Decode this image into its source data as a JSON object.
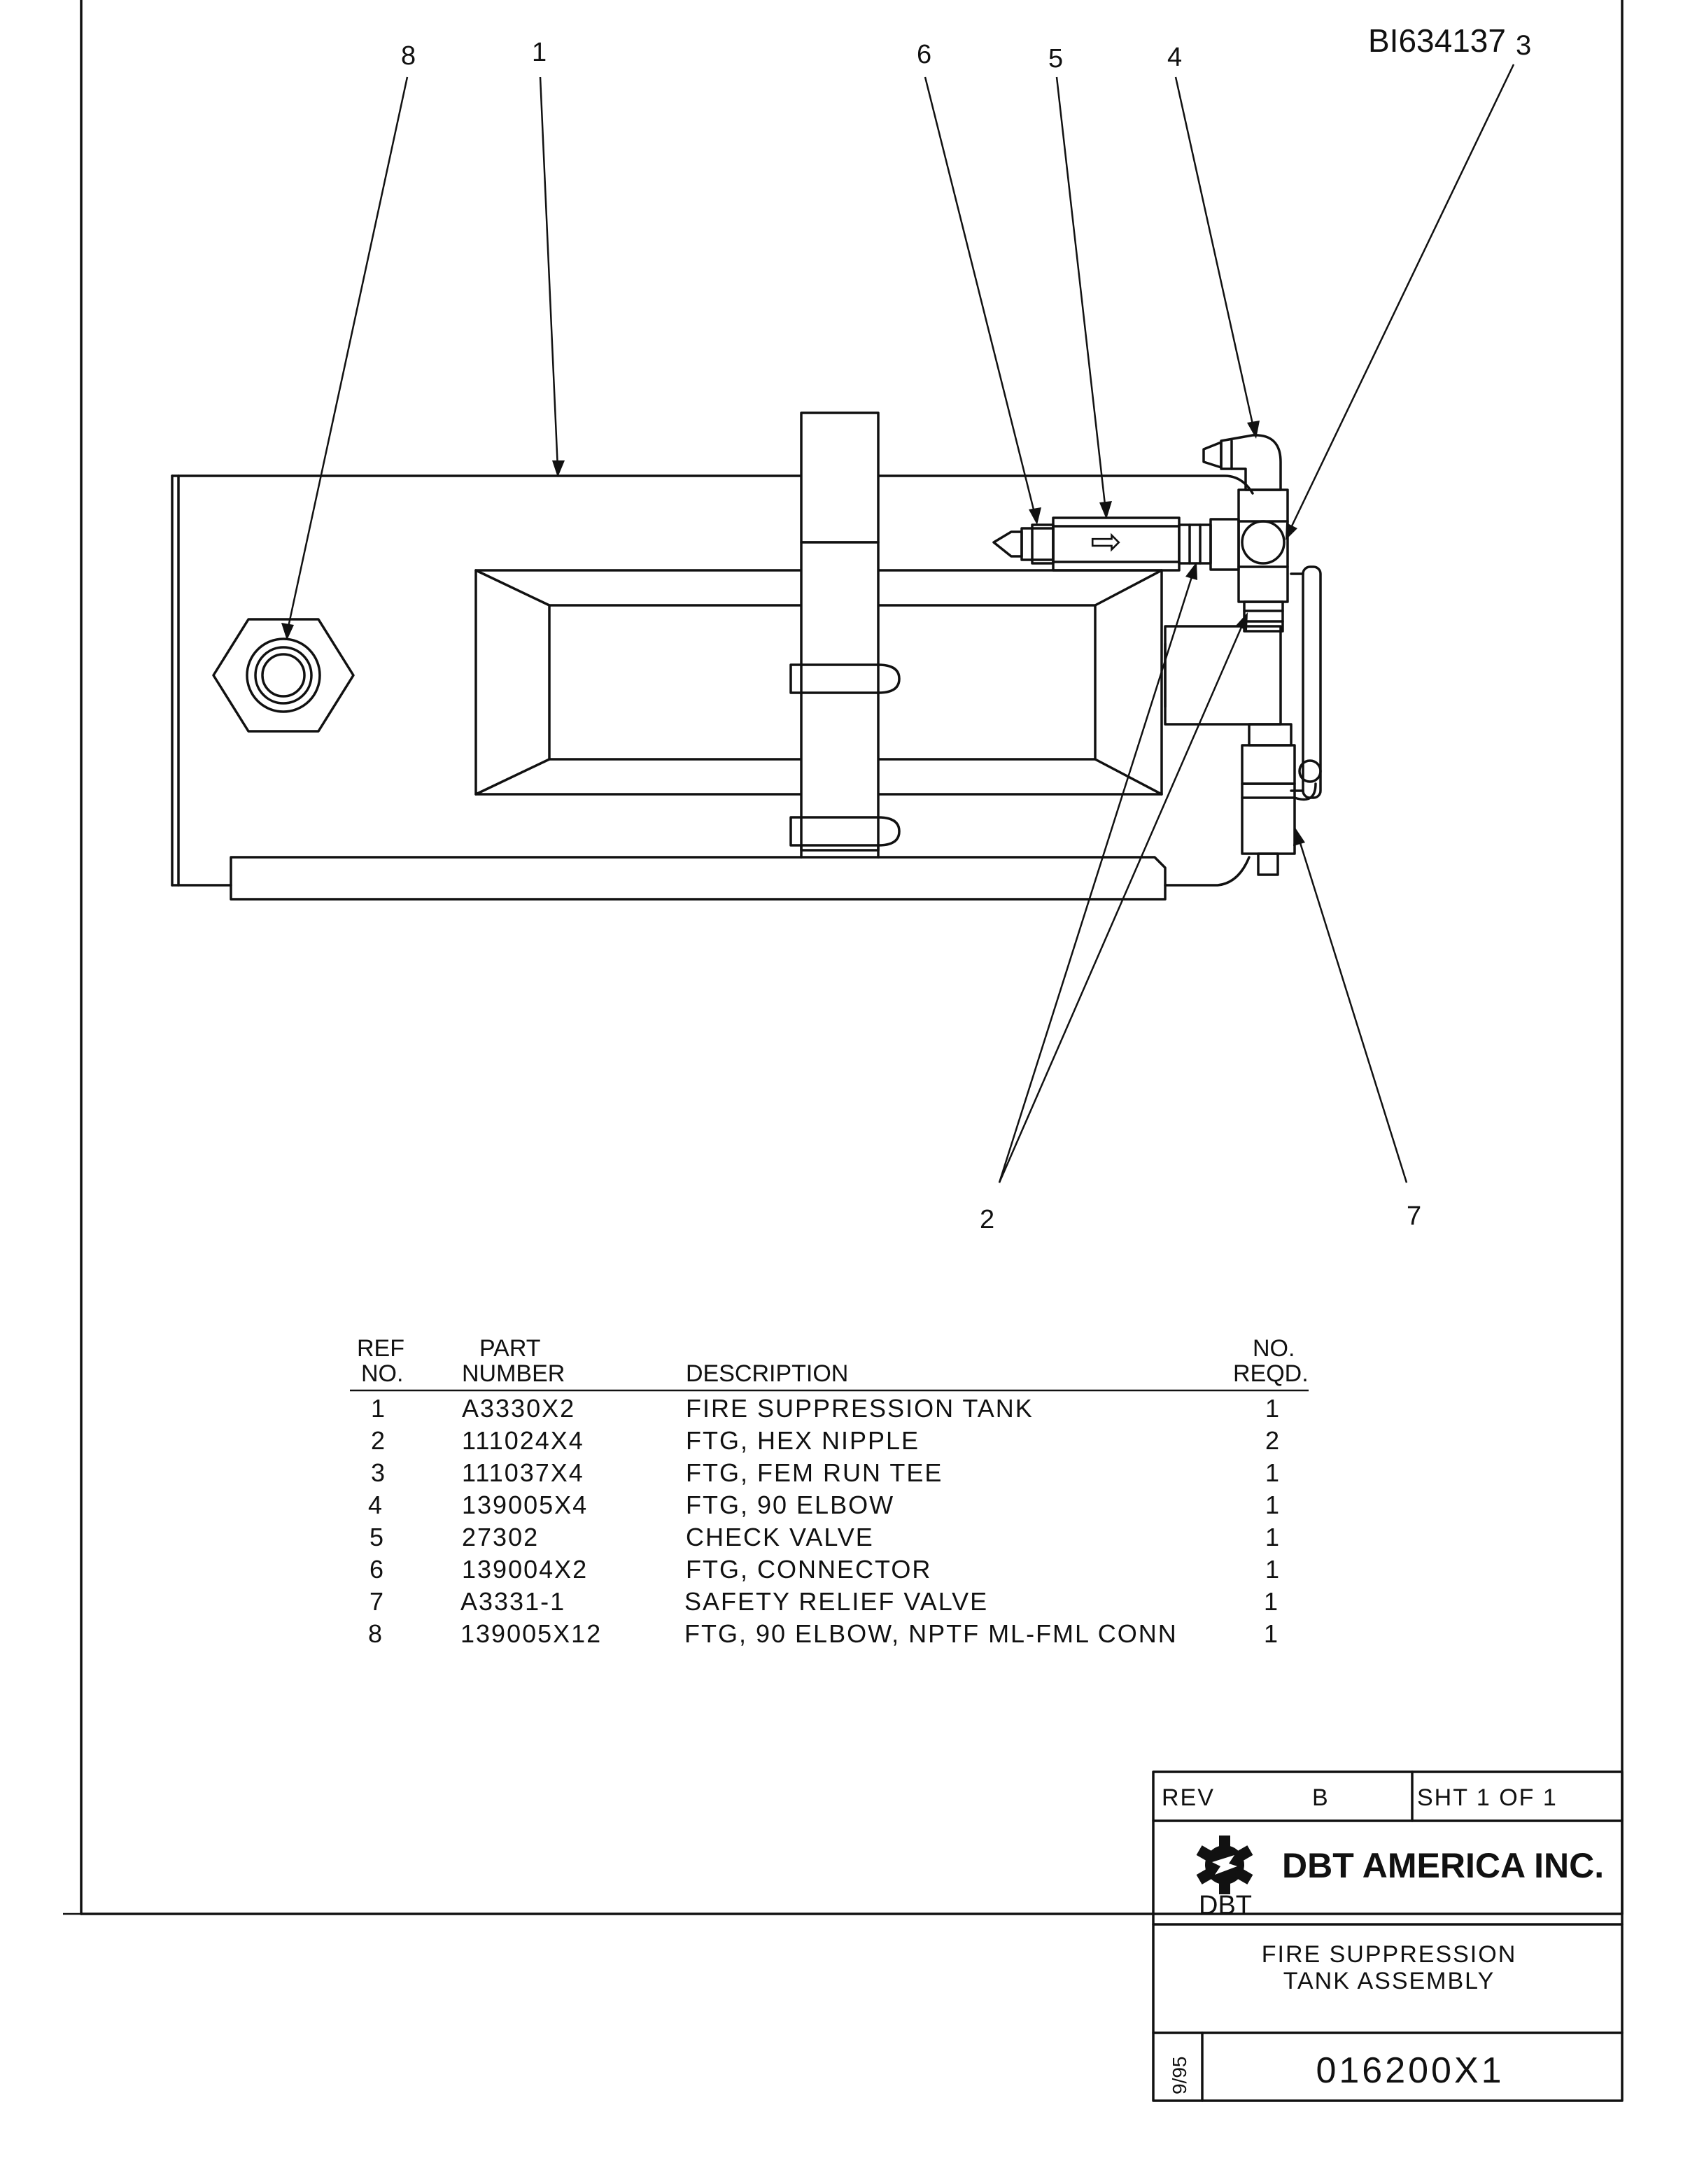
{
  "drawing_id": "BI634137",
  "drawing_id_suffix": "3",
  "callouts": [
    "8",
    "1",
    "6",
    "5",
    "4",
    "2",
    "7"
  ],
  "flow_arrow": "⇨",
  "parts_table": {
    "headers": {
      "ref_line1": "REF",
      "ref_line2": "NO.",
      "part_line1": "PART",
      "part_line2": "NUMBER",
      "description": "DESCRIPTION",
      "qty_line1": "NO.",
      "qty_line2": "REQD."
    },
    "rows": [
      {
        "ref": "1",
        "part": "A3330X2",
        "desc": "FIRE SUPPRESSION TANK",
        "qty": "1"
      },
      {
        "ref": "2",
        "part": "111024X4",
        "desc": "FTG, HEX NIPPLE",
        "qty": "2"
      },
      {
        "ref": "3",
        "part": "111037X4",
        "desc": "FTG, FEM RUN TEE",
        "qty": "1"
      },
      {
        "ref": "4",
        "part": "139005X4",
        "desc": "FTG, 90 ELBOW",
        "qty": "1"
      },
      {
        "ref": "5",
        "part": "27302",
        "desc": "CHECK VALVE",
        "qty": "1"
      },
      {
        "ref": "6",
        "part": "139004X2",
        "desc": "FTG, CONNECTOR",
        "qty": "1"
      },
      {
        "ref": "7",
        "part": "A3331-1",
        "desc": "SAFETY RELIEF VALVE",
        "qty": "1"
      },
      {
        "ref": "8",
        "part": "139005X12",
        "desc": "FTG, 90 ELBOW, NPTF ML-FML CONN",
        "qty": "1"
      }
    ]
  },
  "title_block": {
    "rev_label": "REV",
    "rev_value": "B",
    "sheet": "SHT 1 OF 1",
    "company": "DBT AMERICA INC.",
    "logo_text": "DBT",
    "title_line1": "FIRE SUPPRESSION",
    "title_line2": "TANK ASSEMBLY",
    "date_code": "9/95",
    "drawing_number": "016200X1"
  }
}
